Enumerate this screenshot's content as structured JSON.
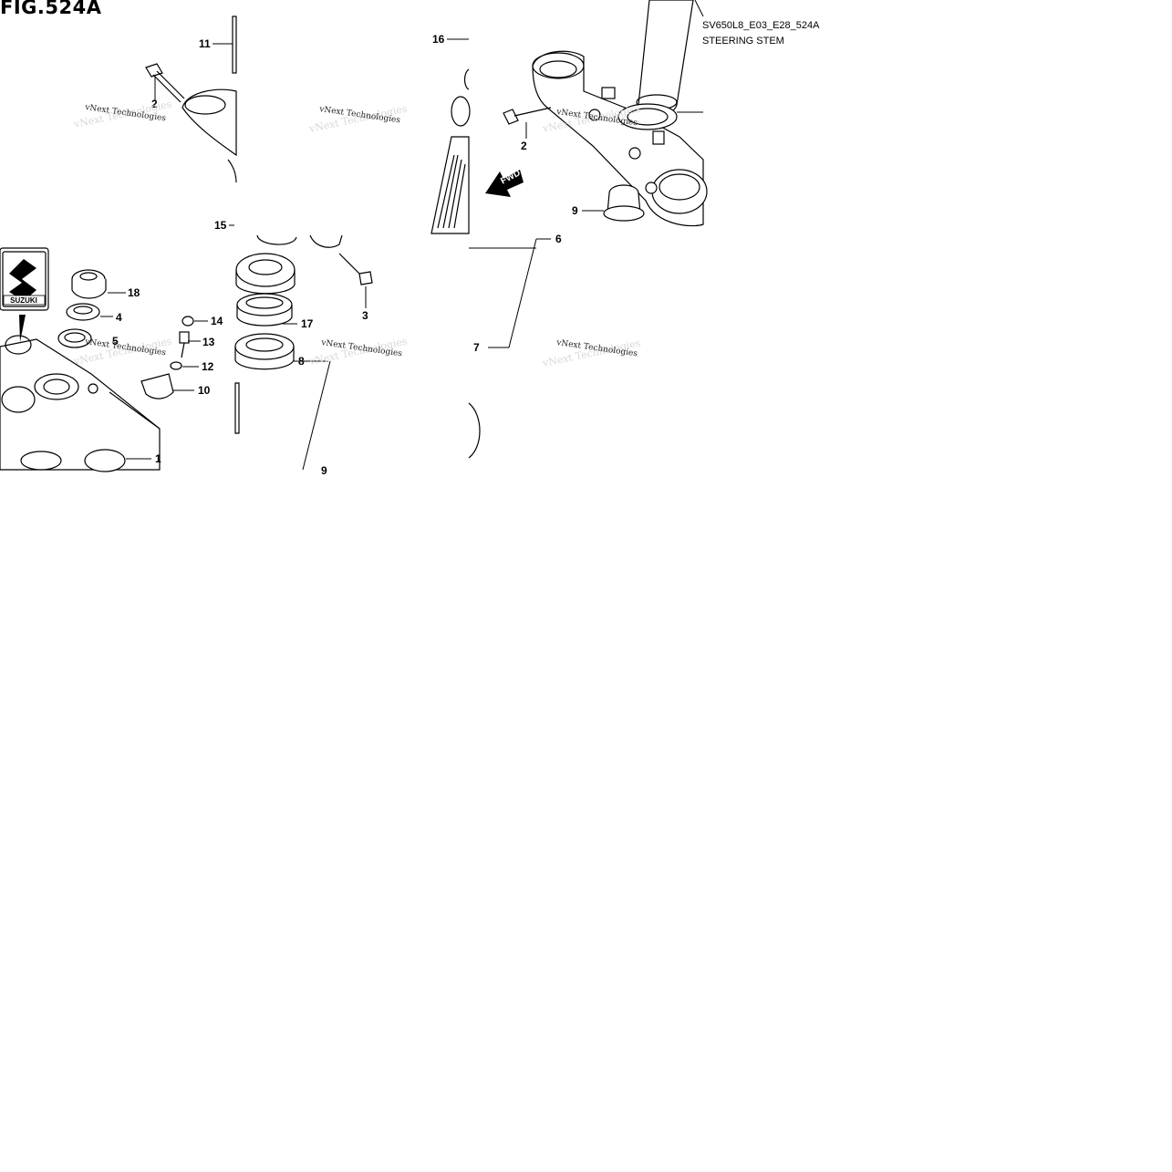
{
  "figure": {
    "title": "FIG.524A",
    "code": "SV650L8_E03_E28_524A",
    "subtitle": "STEERING STEM"
  },
  "watermark": "vNext Technologies",
  "badges": {
    "fwd": "FWD",
    "brand": "SUZUKI"
  },
  "callouts": {
    "c1": "1",
    "c2a": "2",
    "c2b": "2",
    "c3": "3",
    "c4": "4",
    "c5": "5",
    "c6": "6",
    "c7": "7",
    "c8": "8",
    "c9": "9",
    "c10": "10",
    "c11": "11",
    "c12": "12",
    "c13": "13",
    "c14": "14",
    "c15": "15",
    "c16": "16",
    "c17": "17",
    "c18": "18",
    "c9b": "9"
  },
  "colors": {
    "line": "#000000",
    "background": "#ffffff",
    "watermark": "#222222"
  }
}
